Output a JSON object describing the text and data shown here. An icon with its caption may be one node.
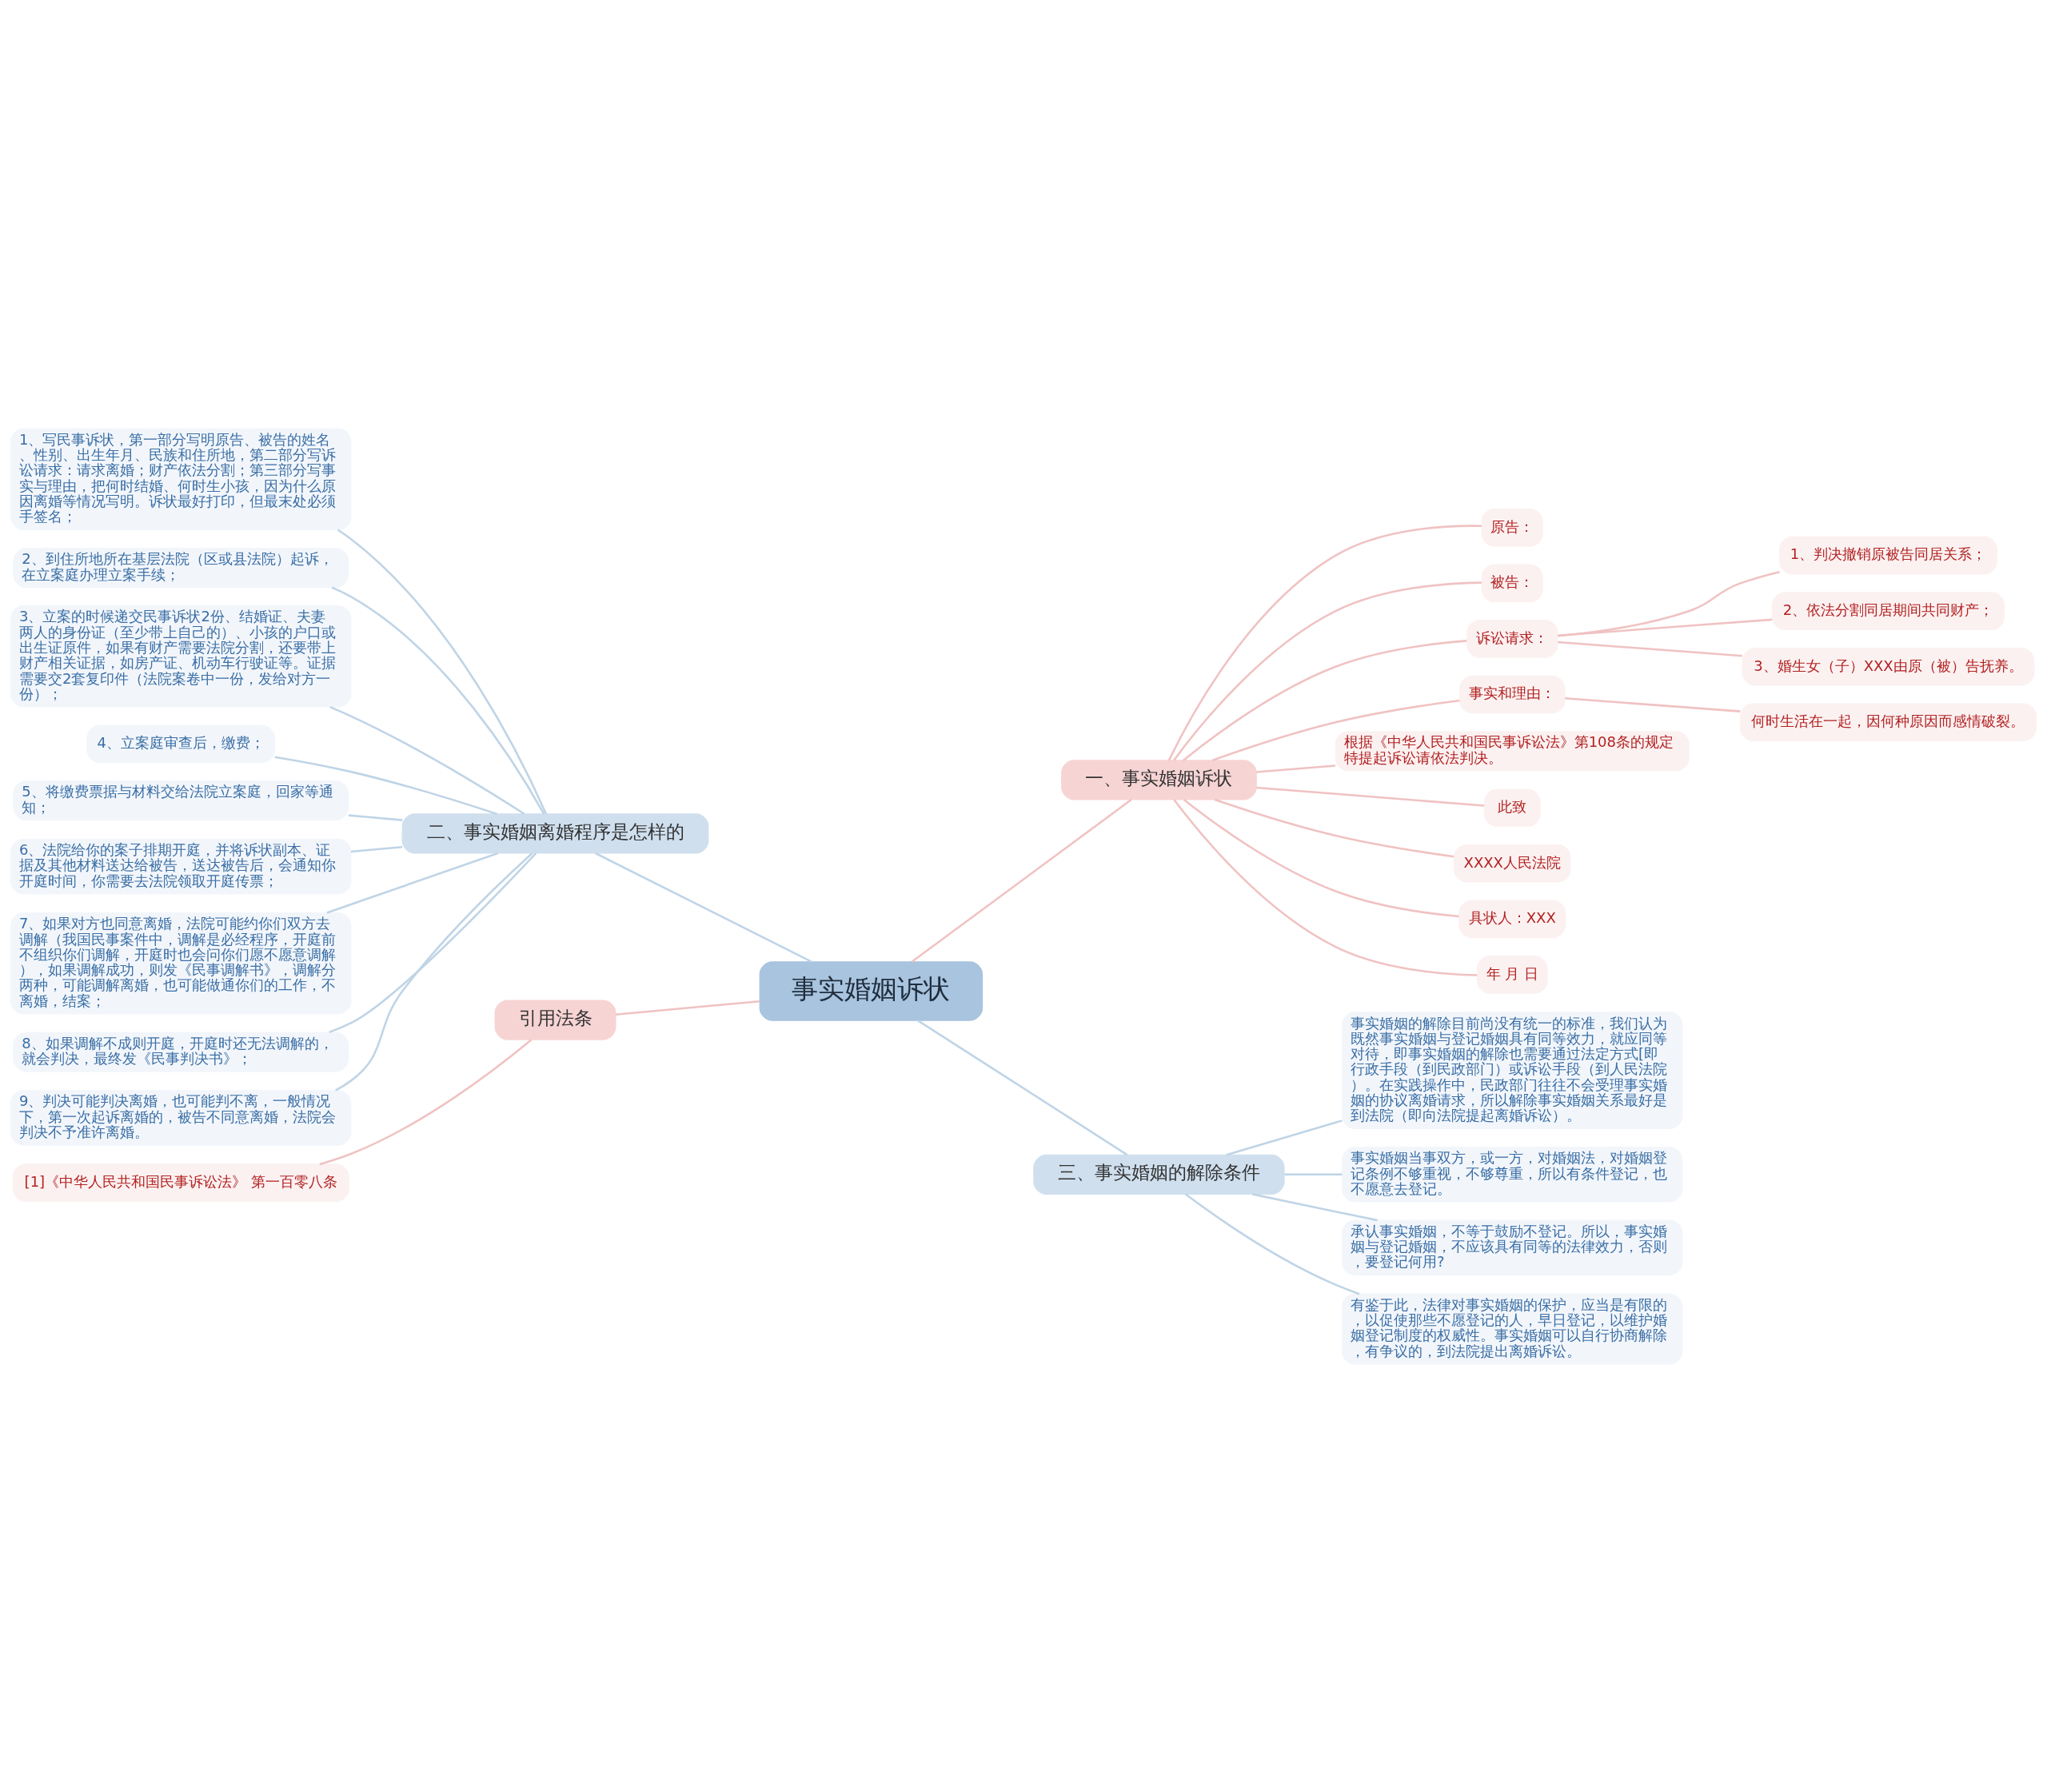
{
  "diagram": {
    "nodes": [
      {
        "text": [
          "事实婚姻诉状"
        ]
      },
      {
        "text": [
          "一、事实婚姻诉状"
        ]
      },
      {
        "text": [
          "原告："
        ]
      },
      {
        "text": [
          "被告："
        ]
      },
      {
        "text": [
          "诉讼请求："
        ]
      },
      {
        "text": [
          "1、判决撤销原被告同居关系；"
        ]
      },
      {
        "text": [
          "2、依法分割同居期间共同财产；"
        ]
      },
      {
        "text": [
          "3、婚生女（子）XXX由原（被）告抚养。"
        ]
      },
      {
        "text": [
          "事实和理由："
        ]
      },
      {
        "text": [
          "何时生活在一起，因何种原因而感情破裂。"
        ]
      },
      {
        "text": [
          "根据《中华人民共和国民事诉讼法》第108条的规定特提起诉讼请依法判决。"
        ]
      },
      {
        "text": [
          "此致"
        ]
      },
      {
        "text": [
          "XXXX人民法院"
        ]
      },
      {
        "text": [
          "具状人：XXX"
        ]
      },
      {
        "text": [
          "年 月 日"
        ]
      },
      {
        "text": [
          "二、事实婚姻离婚程序是怎样的"
        ]
      },
      {
        "text": [
          "1、写民事诉状，第一部分写明原告、被告的姓名、性别、出生年月、民族和住所地，第二部分写诉讼请求：请求离婚；财产依法分割；第三部分写事实与理由，把何时结婚、何时生小孩，因为什么原因离婚等情况写明。诉状最好打印，但最末处必须手签名；"
        ]
      },
      {
        "text": [
          "2、到住所地所在基层法院（区或县法院）起诉，在立案庭办理立案手续；"
        ]
      },
      {
        "text": [
          "3、立案的时候递交民事诉状2份、结婚证、夫妻两人的身份证（至少带上自己的）、小孩的户口或出生证原件，如果有财产需要法院分割，还要带上财产相关证据，如房产证、机动车行驶证等。证据需要交2套复印件（法院案卷中一份，发给对方一份）；"
        ]
      },
      {
        "text": [
          "4、立案庭审查后，缴费；"
        ]
      },
      {
        "text": [
          "5、将缴费票据与材料交给法院立案庭，回家等通知；"
        ]
      },
      {
        "text": [
          "6、法院给你的案子排期开庭，并将诉状副本、证据及其他材料送达给被告，送达被告后，会通知你开庭时间，你需要去法院领取开庭传票；"
        ]
      },
      {
        "text": [
          "7、如果对方也同意离婚，法院可能约你们双方去调解（我国民事案件中，调解是必经程序，开庭前不组织你们调解，开庭时也会问你们愿不愿意调解），如果调解成功，则发《民事调解书》，调解分两种，可能调解离婚，也可能做通你们的工作，不离婚，结案；"
        ]
      },
      {
        "text": [
          "8、如果调解不成则开庭，开庭时还无法调解的，就会判决，最终发《民事判决书》；"
        ]
      },
      {
        "text": [
          "9、判决可能判决离婚，也可能判不离，一般情况下，第一次起诉离婚的，被告不同意离婚，法院会判决不予准许离婚。"
        ]
      },
      {
        "text": [
          "引用法条"
        ]
      },
      {
        "text": [
          "[1]《中华人民共和国民事诉讼法》 第一百零八条"
        ]
      },
      {
        "text": [
          "三、事实婚姻的解除条件"
        ]
      },
      {
        "text": [
          "事实婚姻的解除目前尚没有统一的标准，我们认为既然事实婚姻与登记婚姻具有同等效力，就应同等对待，即事实婚姻的解除也需要通过法定方式[即行政手段（到民政部门）或诉讼手段（到人民法院）。在实践操作中，民政部门往往不会受理事实婚姻的协议离婚请求，所以解除事实婚姻关系最好是到法院（即向法院提起离婚诉讼）。"
        ]
      },
      {
        "text": [
          "事实婚姻当事双方，或一方，对婚姻法，对婚姻登记条例不够重视，不够尊重，所以有条件登记，也不愿意去登记。"
        ]
      },
      {
        "text": [
          "承认事实婚姻，不等于鼓励不登记。所以，事实婚姻与登记婚姻，不应该具有同等的法律效力，否则，要登记何用?"
        ]
      },
      {
        "text": [
          "有鉴于此，法律对事实婚姻的保护，应当是有限的，以促使那些不愿登记的人，早日登记，以维护婚姻登记制度的权威性。事实婚姻可以自行协商解除，有争议的，到法院提出离婚诉讼。"
        ]
      }
    ],
    "edges": [
      {
        "from": 0,
        "to": 1,
        "arrow": "none"
      },
      {
        "from": 1,
        "to": 2,
        "arrow": "none"
      },
      {
        "from": 1,
        "to": 3,
        "arrow": "none"
      },
      {
        "from": 1,
        "to": 4,
        "arrow": "none"
      },
      {
        "from": 4,
        "to": 5,
        "arrow": "none"
      },
      {
        "from": 4,
        "to": 6,
        "arrow": "none"
      },
      {
        "from": 4,
        "to": 7,
        "arrow": "none"
      },
      {
        "from": 1,
        "to": 8,
        "arrow": "none"
      },
      {
        "from": 8,
        "to": 9,
        "arrow": "none"
      },
      {
        "from": 1,
        "to": 10,
        "arrow": "none"
      },
      {
        "from": 1,
        "to": 11,
        "arrow": "none"
      },
      {
        "from": 1,
        "to": 12,
        "arrow": "none"
      },
      {
        "from": 1,
        "to": 13,
        "arrow": "none"
      },
      {
        "from": 1,
        "to": 14,
        "arrow": "none"
      },
      {
        "from": 0,
        "to": 15,
        "arrow": "none",
        "color": "#bfd4e6"
      },
      {
        "from": 15,
        "to": 16,
        "arrow": "none",
        "color": "#bfd4e6"
      },
      {
        "from": 15,
        "to": 17,
        "arrow": "none",
        "color": "#bfd4e6"
      },
      {
        "from": 15,
        "to": 18,
        "arrow": "none",
        "color": "#bfd4e6"
      },
      {
        "from": 15,
        "to": 19,
        "arrow": "none",
        "color": "#bfd4e6"
      },
      {
        "from": 15,
        "to": 20,
        "arrow": "none",
        "color": "#bfd4e6"
      },
      {
        "from": 15,
        "to": 21,
        "arrow": "none",
        "color": "#bfd4e6"
      },
      {
        "from": 15,
        "to": 22,
        "arrow": "none",
        "color": "#bfd4e6"
      },
      {
        "from": 15,
        "to": 23,
        "arrow": "none",
        "color": "#bfd4e6"
      },
      {
        "from": 15,
        "to": 24,
        "arrow": "none",
        "color": "#bfd4e6"
      },
      {
        "from": 0,
        "to": 25,
        "arrow": "none"
      },
      {
        "from": 25,
        "to": 26,
        "arrow": "none"
      },
      {
        "from": 0,
        "to": 27,
        "arrow": "none",
        "color": "#bfd4e6"
      },
      {
        "from": 27,
        "to": 28,
        "arrow": "none",
        "color": "#bfd4e6"
      },
      {
        "from": 27,
        "to": 29,
        "arrow": "none",
        "color": "#bfd4e6"
      },
      {
        "from": 27,
        "to": 30,
        "arrow": "none",
        "color": "#bfd4e6"
      },
      {
        "from": 27,
        "to": 31,
        "arrow": "none",
        "color": "#bfd4e6"
      }
    ]
  }
}
